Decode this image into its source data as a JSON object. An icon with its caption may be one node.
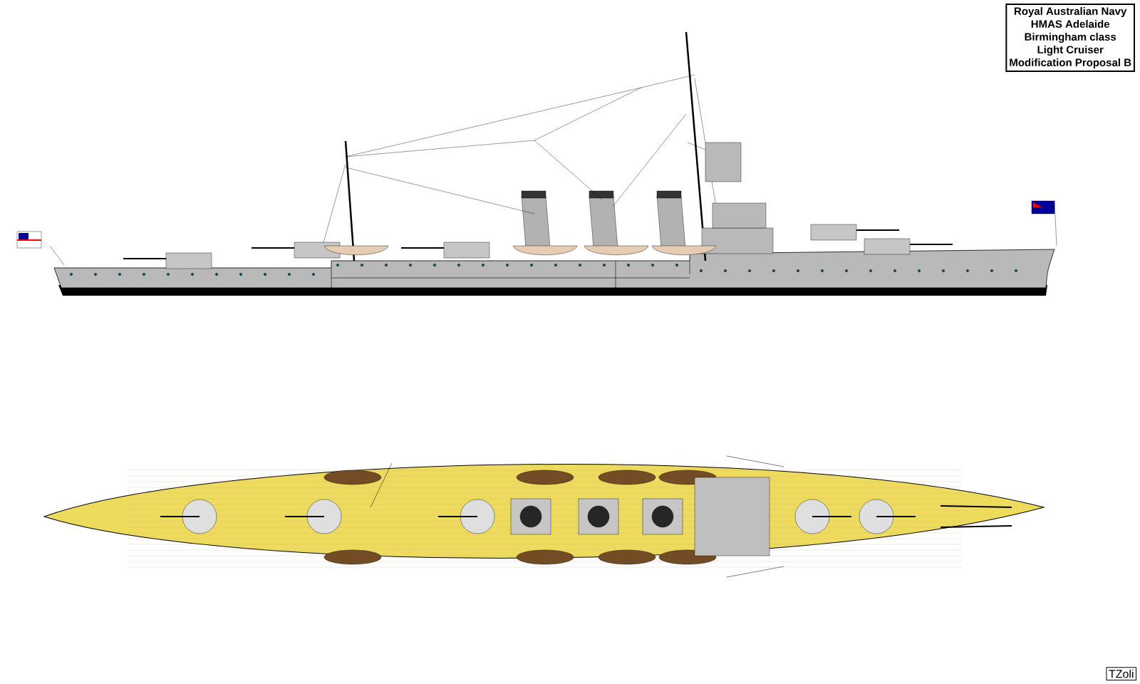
{
  "diagram": {
    "nodes": [
      {
        "text": [
          "Royal Australian Navy",
          "HMAS Adelaide",
          "Birmingham class",
          "Light Cruiser",
          "Modification Proposal B"
        ]
      }
    ],
    "labels": [
      "TZoli"
    ]
  }
}
